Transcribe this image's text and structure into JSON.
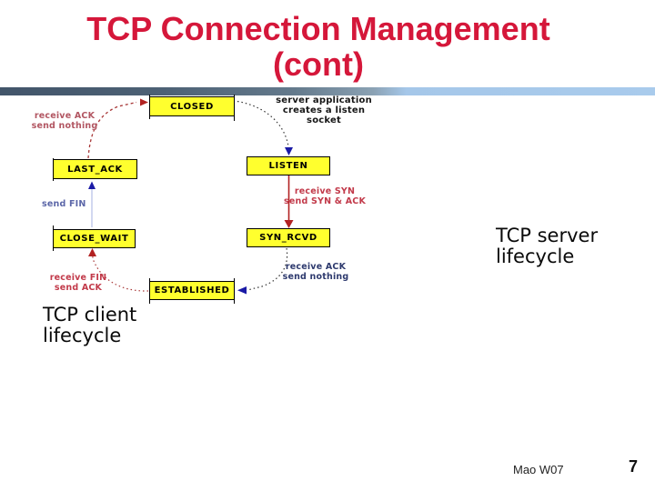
{
  "colors": {
    "title_red": "#d5173a",
    "state_box_yellow": "#ffff2e",
    "state_box_border": "#000000",
    "arrow_red": "#b22222",
    "arrow_navy": "#1a1aa6",
    "arrow_dark_dotted": "#333333",
    "bar_dark_slate": "#42556a",
    "bar_light_blue": "#a9cbec"
  },
  "header": {
    "title_line1": "TCP Connection Management",
    "title_line2": "(cont)"
  },
  "diagram": {
    "states": {
      "closed": "CLOSED",
      "listen": "LISTEN",
      "last_ack": "LAST_ACK",
      "close_wait": "CLOSE_WAIT",
      "syn_rcvd": "SYN_RCVD",
      "established": "ESTABLISHED"
    },
    "annotations": {
      "server_app": "server application\ncreates a listen socket",
      "receive_ack_top": "receive ACK\nsend nothing",
      "receive_syn": "receive SYN\nsend SYN & ACK",
      "send_fin": "send FIN",
      "receive_fin": "receive FIN\nsend ACK",
      "receive_ack_bottom": "receive ACK\nsend nothing"
    }
  },
  "captions": {
    "server_lifecycle": "TCP server\nlifecycle",
    "client_lifecycle": "TCP client\nlifecycle"
  },
  "footer": {
    "author": "Mao W07",
    "page_number": "7"
  }
}
